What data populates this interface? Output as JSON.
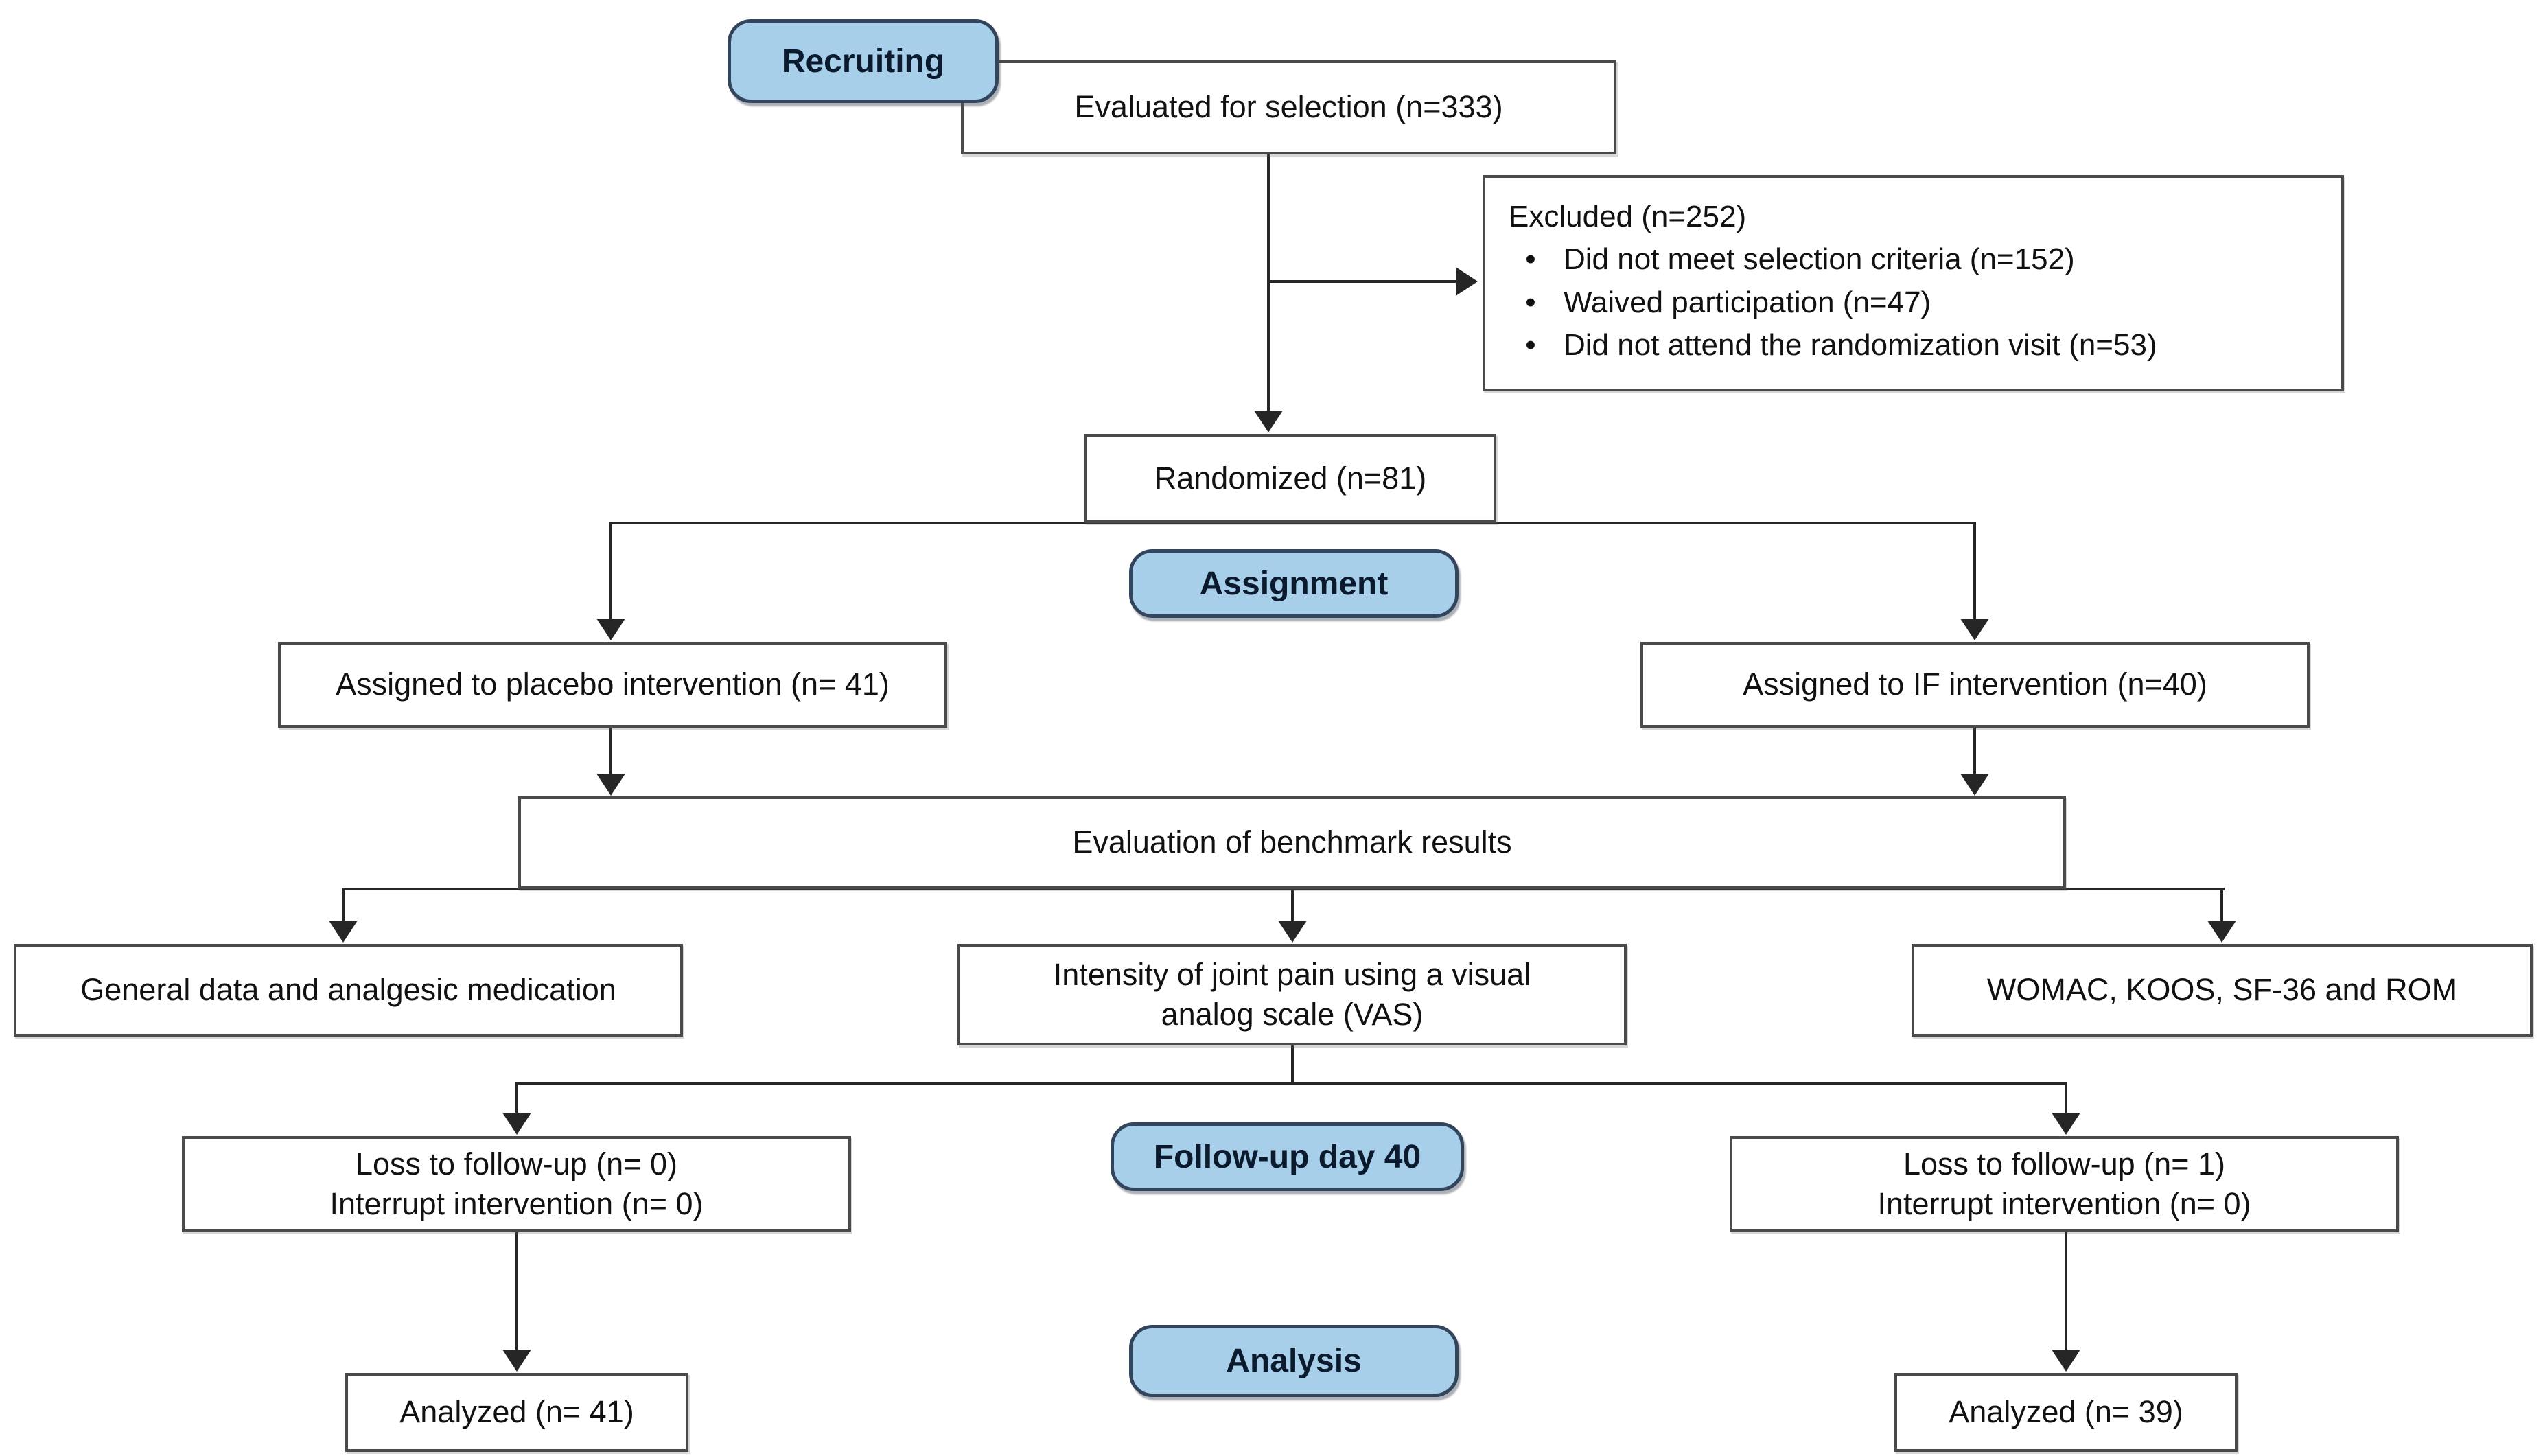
{
  "flowchart": {
    "stages": {
      "recruiting": "Recruiting",
      "assignment": "Assignment",
      "followup": "Follow-up day 40",
      "analysis": "Analysis"
    },
    "evaluated": {
      "label": "Evaluated for selection (n=333)"
    },
    "excluded": {
      "title": "Excluded (n=252)",
      "bullet": "•",
      "items": [
        "Did not meet selection criteria (n=152)",
        "Waived participation (n=47)",
        "Did not attend the randomization visit (n=53)"
      ]
    },
    "randomized": {
      "label": "Randomized (n=81)"
    },
    "assigned_placebo": {
      "label": "Assigned to placebo intervention (n= 41)"
    },
    "assigned_if": {
      "label": "Assigned to IF intervention (n=40)"
    },
    "benchmark": {
      "label": "Evaluation of benchmark results"
    },
    "outcomes": {
      "general": "General data and analgesic medication",
      "vas_line1": "Intensity of joint pain using a visual",
      "vas_line2": "analog scale (VAS)",
      "womac": "WOMAC, KOOS, SF-36 and ROM"
    },
    "loss_placebo": {
      "line1": "Loss to follow-up (n= 0)",
      "line2": "Interrupt intervention (n= 0)"
    },
    "loss_if": {
      "line1": "Loss to follow-up (n= 1)",
      "line2": "Interrupt intervention (n= 0)"
    },
    "analyzed_placebo": {
      "label": "Analyzed (n= 41)"
    },
    "analyzed_if": {
      "label": "Analyzed (n= 39)"
    }
  },
  "colors": {
    "stage_fill": "#A7CFEA",
    "stage_border": "#33455C",
    "stage_text": "#0C1A2E",
    "box_border": "#4A4A4A",
    "line": "#262626",
    "background": "#FFFFFF",
    "text": "#111111"
  }
}
